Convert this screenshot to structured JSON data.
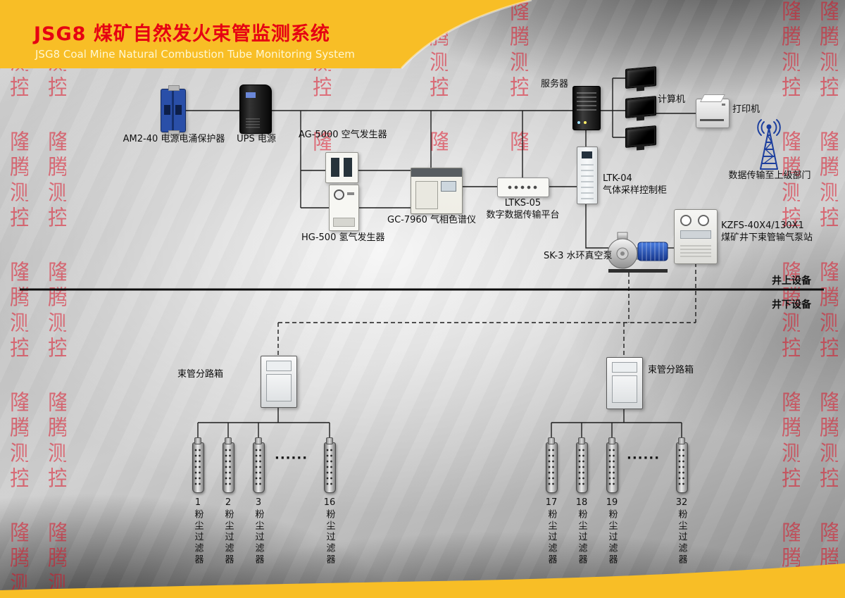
{
  "header": {
    "title": "JSG8 煤矿自然发火束管监测系统",
    "subtitle": "JSG8 Coal Mine Natural Combustion Tube Monitoring System"
  },
  "watermark": {
    "column_text": "隆腾测控 隆腾测控 隆腾测控 隆腾测控 隆腾测控 隆腾测控 隆腾测控"
  },
  "labels": {
    "surge_protector": "AM2-40 电源电涌保护器",
    "ups": "UPS 电源",
    "air_generator": "AG-5000 空气发生器",
    "hydrogen_generator": "HG-500 氢气发生器",
    "gas_chromatograph": "GC-7960 气相色谱仪",
    "ltks_model": "LTKS-05",
    "ltks_name": "数字数据传输平台",
    "ltk_model": "LTK-04",
    "ltk_name": "气体采样控制柜",
    "server": "服务器",
    "computer": "计算机",
    "printer": "打印机",
    "data_upload": "数据传输至上级部门",
    "vacuum_pump": "SK-3 水环真空泵",
    "kzfs_model": "KZFS-40X4/130X1",
    "kzfs_name": "煤矿井下束管输气泵站",
    "surface_equipment": "井上设备",
    "underground_equipment": "井下设备",
    "branch_box_left": "束管分路箱",
    "branch_box_right": "束管分路箱",
    "ellipsis": "······"
  },
  "filters": {
    "left": [
      {
        "num": "1",
        "name": "粉尘过滤器"
      },
      {
        "num": "2",
        "name": "粉尘过滤器"
      },
      {
        "num": "3",
        "name": "粉尘过滤器"
      },
      {
        "num": "16",
        "name": "粉尘过滤器"
      }
    ],
    "right": [
      {
        "num": "17",
        "name": "粉尘过滤器"
      },
      {
        "num": "18",
        "name": "粉尘过滤器"
      },
      {
        "num": "19",
        "name": "粉尘过滤器"
      },
      {
        "num": "32",
        "name": "粉尘过滤器"
      }
    ]
  },
  "colors": {
    "band_yellow": "#f8be26",
    "title_red": "#e60012",
    "watermark_red": "#de0c20",
    "line_black": "#1c1c1c"
  }
}
